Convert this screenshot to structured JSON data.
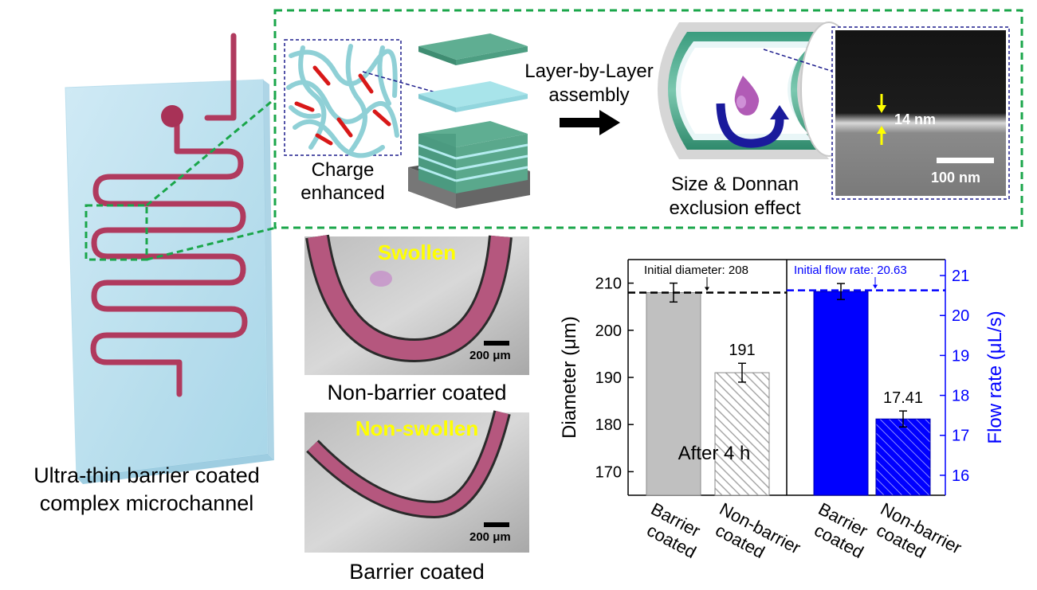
{
  "device": {
    "caption_line1": "Ultra-thin barrier coated",
    "caption_line2": "complex microchannel"
  },
  "top_panel": {
    "charge_label_line1": "Charge",
    "charge_label_line2": "enhanced",
    "assembly_label_line1": "Layer-by-Layer",
    "assembly_label_line2": "assembly",
    "exclusion_label_line1": "Size & Donnan",
    "exclusion_label_line2": "exclusion effect",
    "sem_thickness": "14 nm",
    "sem_scalebar": "100 nm",
    "colors": {
      "dashed_border": "#1aa64a",
      "dotted_box": "#1c1c8c",
      "layer_green": "#4f9f84",
      "layer_cyan": "#9fe0e8"
    }
  },
  "micrographs": {
    "top_state": "Swollen",
    "top_caption": "Non-barrier coated",
    "bottom_state": "Non-swollen",
    "bottom_caption": "Barrier coated",
    "scalebar": "200 μm"
  },
  "chart_data": {
    "type": "bar",
    "annotation": "After 4 h",
    "left_axis": {
      "label": "Diameter (μm)",
      "ylim": [
        165,
        215
      ],
      "ticks": [
        170,
        180,
        190,
        200,
        210
      ],
      "reference_label": "Initial diameter: 208",
      "reference_value": 208,
      "color": "#000000"
    },
    "right_axis": {
      "label": "Flow rate (μL/s)",
      "ylim": [
        15.5,
        21.4
      ],
      "ticks": [
        16,
        17,
        18,
        19,
        20,
        21
      ],
      "reference_label": "Initial flow rate: 20.63",
      "reference_value": 20.63,
      "color": "#0000ff"
    },
    "bars": [
      {
        "category": "Barrier coated",
        "category_line1": "Barrier",
        "category_line2": "coated",
        "axis": "left",
        "value": 208,
        "error": 2,
        "label": "",
        "fill": "#c0c0c0",
        "hatched": false
      },
      {
        "category": "Non-barrier coated",
        "category_line1": "Non-barrier",
        "category_line2": "coated",
        "axis": "left",
        "value": 191,
        "error": 2,
        "label": "191",
        "fill": "#c8c8c8",
        "hatched": true
      },
      {
        "category": "Barrier coated",
        "category_line1": "Barrier",
        "category_line2": "coated",
        "axis": "right",
        "value": 20.6,
        "error": 0.2,
        "label": "",
        "fill": "#0000ff",
        "hatched": false
      },
      {
        "category": "Non-barrier coated",
        "category_line1": "Non-barrier",
        "category_line2": "coated",
        "axis": "right",
        "value": 17.41,
        "error": 0.2,
        "label": "17.41",
        "fill": "#0000ff",
        "hatched": true
      }
    ]
  }
}
